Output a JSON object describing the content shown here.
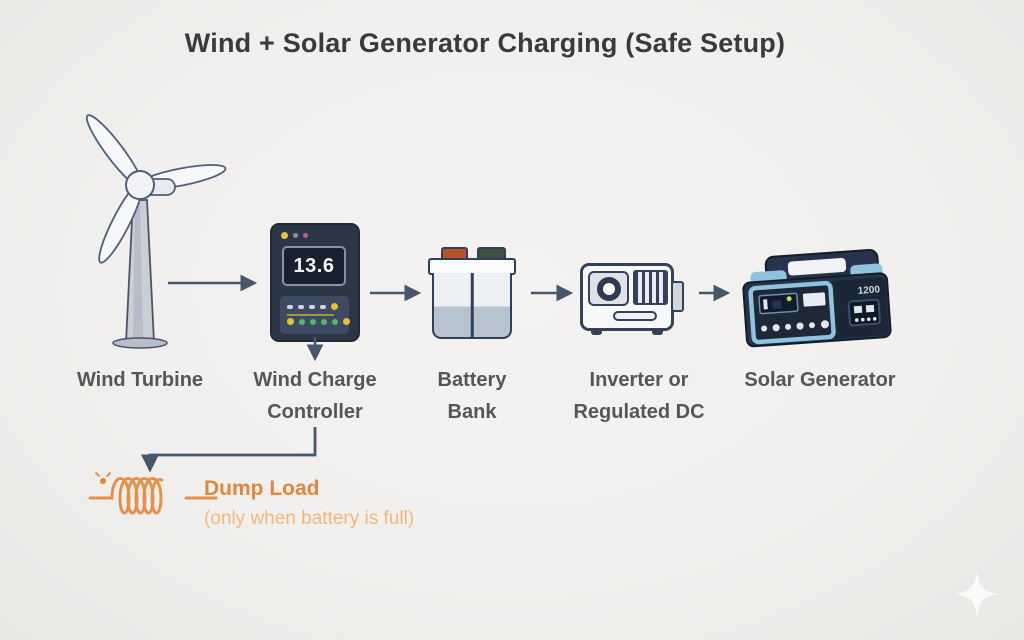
{
  "title": "Wind + Solar Generator Charging (Safe Setup)",
  "nodes": {
    "wind_turbine": {
      "label": "Wind Turbine"
    },
    "charge_controller": {
      "label": "Wind Charge Controller",
      "display_value": "13.6"
    },
    "battery_bank": {
      "label": "Battery Bank"
    },
    "inverter": {
      "label": "Inverter or Regulated DC"
    },
    "solar_generator": {
      "label": "Solar Generator",
      "badge": "1200"
    }
  },
  "dump_load": {
    "label": "Dump Load",
    "note": "(only when battery is full)"
  },
  "icons": {
    "wind_turbine": "wind-turbine-icon",
    "charge_controller": "charge-controller-icon",
    "battery": "battery-icon",
    "inverter": "inverter-icon",
    "solar_generator": "solar-generator-icon",
    "dump_load": "resistor-coil-icon",
    "watermark": "sparkle-icon"
  },
  "colors": {
    "background": "#f1f0ee",
    "title_text": "#3a3a3a",
    "label_text": "#565656",
    "arrow": "#46566b",
    "device_navy": "#2b3647",
    "accent_blue": "#8ec4de",
    "dump_orange": "#e0873c",
    "dump_orange_light": "#f2b87a",
    "led_yellow": "#e8c13a",
    "led_green": "#52b86a",
    "terminal_red": "#b9502e",
    "terminal_green": "#3f4f41"
  }
}
